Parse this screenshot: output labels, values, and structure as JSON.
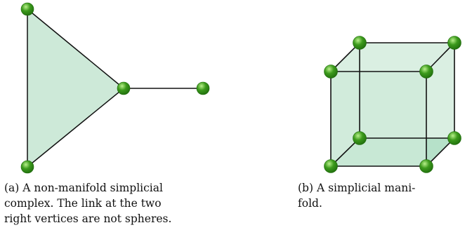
{
  "figures": {
    "a": {
      "caption_lines": [
        "(a) A non-manifold simplicial",
        "complex. The link at the two",
        "right vertices are not spheres."
      ]
    },
    "b": {
      "caption_lines": [
        "(b)  A  simplicial  mani-",
        "fold."
      ]
    }
  },
  "colors": {
    "face_fill": "#cde9d8",
    "face_fill_darker": "#a9dcbf",
    "edge": "#111111",
    "vertex_dark": "#1e6b0c",
    "vertex_mid": "#3c9a1c",
    "vertex_light": "#b8f08a"
  }
}
